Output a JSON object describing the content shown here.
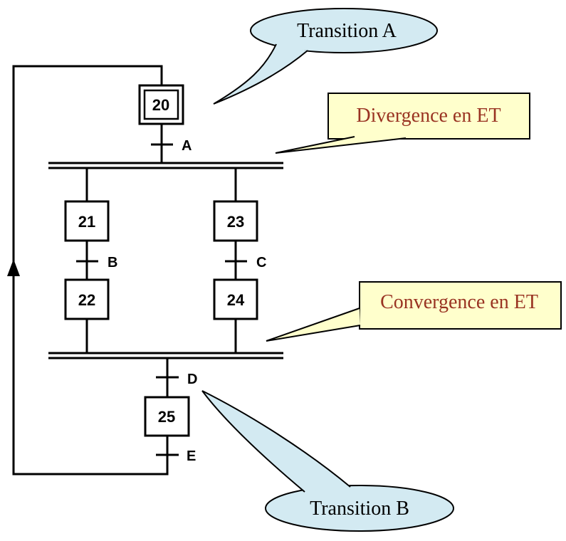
{
  "steps": {
    "s20": "20",
    "s21": "21",
    "s22": "22",
    "s23": "23",
    "s24": "24",
    "s25": "25"
  },
  "transitions": {
    "a": "A",
    "b": "B",
    "c": "C",
    "d": "D",
    "e": "E"
  },
  "callouts": {
    "transition_a": "Transition A",
    "divergence": "Divergence en ET",
    "convergence": "Convergence en ET",
    "transition_b": "Transition B"
  },
  "colors": {
    "callout_blue_fill": "#d3eaf2",
    "callout_yellow_fill": "#ffffcc",
    "callout_red_text": "#993322",
    "line_black": "#000000",
    "background": "#ffffff"
  }
}
